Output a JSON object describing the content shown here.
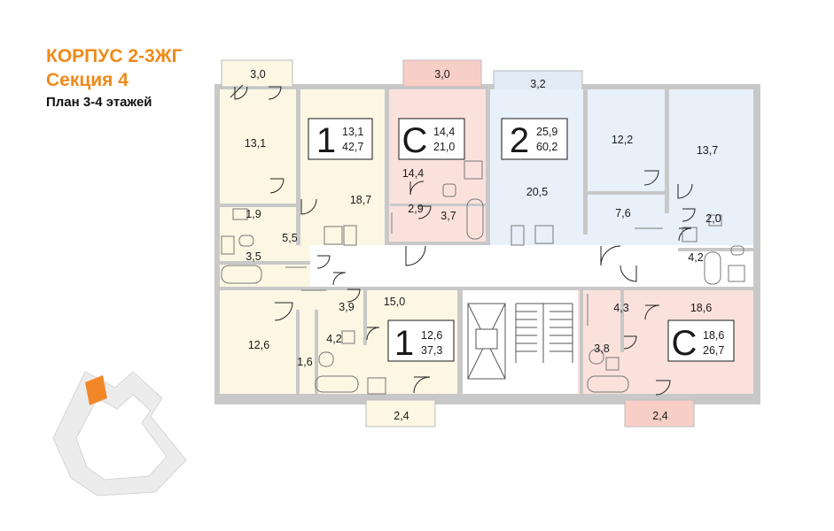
{
  "header": {
    "building": "КОРПУС 2-3ЖГ",
    "section": "Секция 4",
    "floor_plan": "План 3-4 этажей"
  },
  "colors": {
    "accent": "#ef8a1a",
    "apt_one_room": "#fbf7e3",
    "apt_studio": "#fbe1dc",
    "apt_studio_balcony": "#f8cfc7",
    "apt_two_room": "#e8f0f9",
    "apt_two_room_balcony": "#e1ebf6",
    "highlight": "#f2872a"
  },
  "apartments": [
    {
      "id": "apt-1-top",
      "rooms": "1",
      "living": "13,1",
      "total": "42,7"
    },
    {
      "id": "apt-c-top",
      "rooms": "С",
      "living": "14,4",
      "total": "21,0"
    },
    {
      "id": "apt-2-top",
      "rooms": "2",
      "living": "25,9",
      "total": "60,2"
    },
    {
      "id": "apt-1-bottom",
      "rooms": "1",
      "living": "12,6",
      "total": "37,3"
    },
    {
      "id": "apt-c-bottom",
      "rooms": "С",
      "living": "18,6",
      "total": "26,7"
    }
  ],
  "room_areas": {
    "tl_balcony": "3,0",
    "tl_room": "13,1",
    "tl_kitchen": "18,7",
    "tl_wc": "1,9",
    "tl_hall": "5,5",
    "tl_bath": "3,5",
    "tc_balcony": "3,0",
    "tc_room": "14,4",
    "tc_hall": "2,9",
    "tc_bath": "3,7",
    "tr_balcony": "3,2",
    "tr_living": "20,5",
    "tr_room_a": "12,2",
    "tr_room_b": "13,7",
    "tr_hall": "7,6",
    "tr_wc": "2,0",
    "tr_bath": "4,2",
    "bl_room": "12,6",
    "bl_closet": "1,6",
    "bl_hall": "3,9",
    "bl_kitchen": "15,0",
    "bl_bath": "4,2",
    "bl_balcony": "2,4",
    "br_hall": "4,3",
    "br_room": "18,6",
    "br_bath": "3,8",
    "br_balcony": "2,4"
  }
}
